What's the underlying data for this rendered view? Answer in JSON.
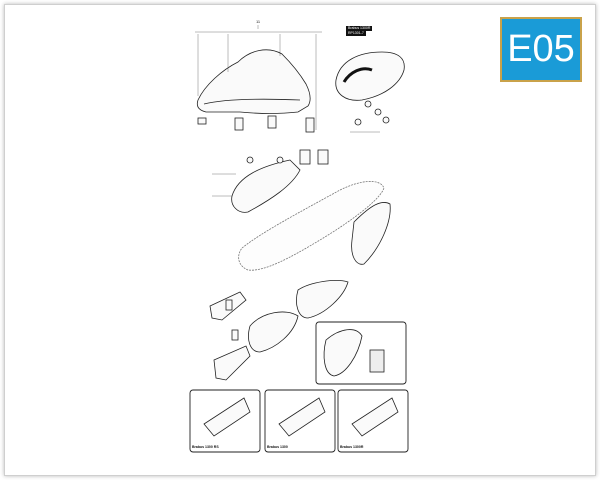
{
  "badge": {
    "code": "E05",
    "bg": "#1a9bd7",
    "border": "#c9a24a"
  },
  "top_callout": "11",
  "seat_note": {
    "line1": "Brabus 1300R",
    "line2": "RP1301-7"
  },
  "insets": [
    {
      "label": "Brabus 1300 RS"
    },
    {
      "label": "Brabus 1300"
    },
    {
      "label": "Brabus 1300R"
    }
  ]
}
